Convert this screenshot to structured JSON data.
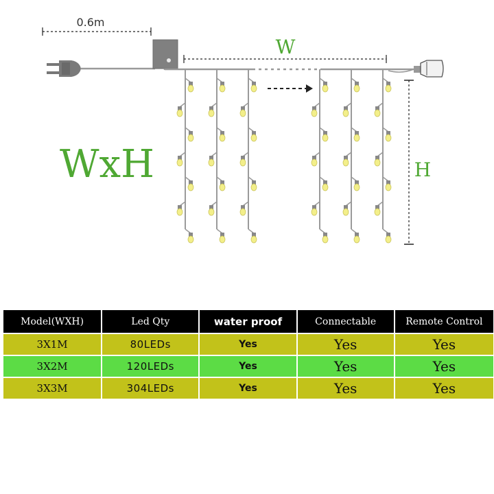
{
  "diagram": {
    "cable_length_label": "0.6m",
    "width_label": "W",
    "height_label": "H",
    "title": "WxH",
    "colors": {
      "accent_green": "#4fa833",
      "wire": "#9a9a9a",
      "bulb": "#f3ef8a",
      "socket": "#888888"
    }
  },
  "table": {
    "headers": [
      "Model(WXH)",
      "Led Qty",
      "water proof",
      "Connectable",
      "Remote Control"
    ],
    "rows": [
      {
        "model": "3X1M",
        "qty": "80LEDs",
        "waterproof": "Yes",
        "connectable": "Yes",
        "remote": "Yes",
        "style": "row-olive"
      },
      {
        "model": "3X2M",
        "qty": "120LEDs",
        "waterproof": "Yes",
        "connectable": "Yes",
        "remote": "Yes",
        "style": "row-green"
      },
      {
        "model": "3X3M",
        "qty": "304LEDs",
        "waterproof": "Yes",
        "connectable": "Yes",
        "remote": "Yes",
        "style": "row-olive"
      }
    ],
    "colors": {
      "header_bg": "#000000",
      "olive_row": "#c2c21a",
      "green_row": "#5cdc45"
    }
  }
}
